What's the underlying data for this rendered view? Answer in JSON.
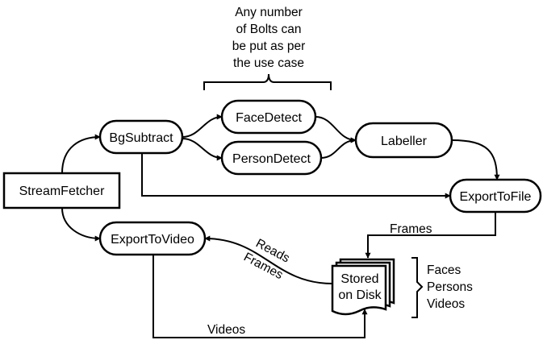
{
  "nodes": {
    "stream_fetcher": "StreamFetcher",
    "bg_subtract": "BgSubtract",
    "face_detect": "FaceDetect",
    "person_detect": "PersonDetect",
    "labeller": "Labeller",
    "export_to_file": "ExportToFile",
    "export_to_video": "ExportToVideo",
    "storage": [
      "Stored",
      "on Disk"
    ]
  },
  "bolts_note": [
    "Any number",
    "of Bolts can",
    "be put as per",
    "the use case"
  ],
  "edge_labels": {
    "frames": "Frames",
    "reads": "Reads",
    "reads_frames": "Frames",
    "videos": "Videos"
  },
  "stored_items": [
    "Faces",
    "Persons",
    "Videos"
  ]
}
